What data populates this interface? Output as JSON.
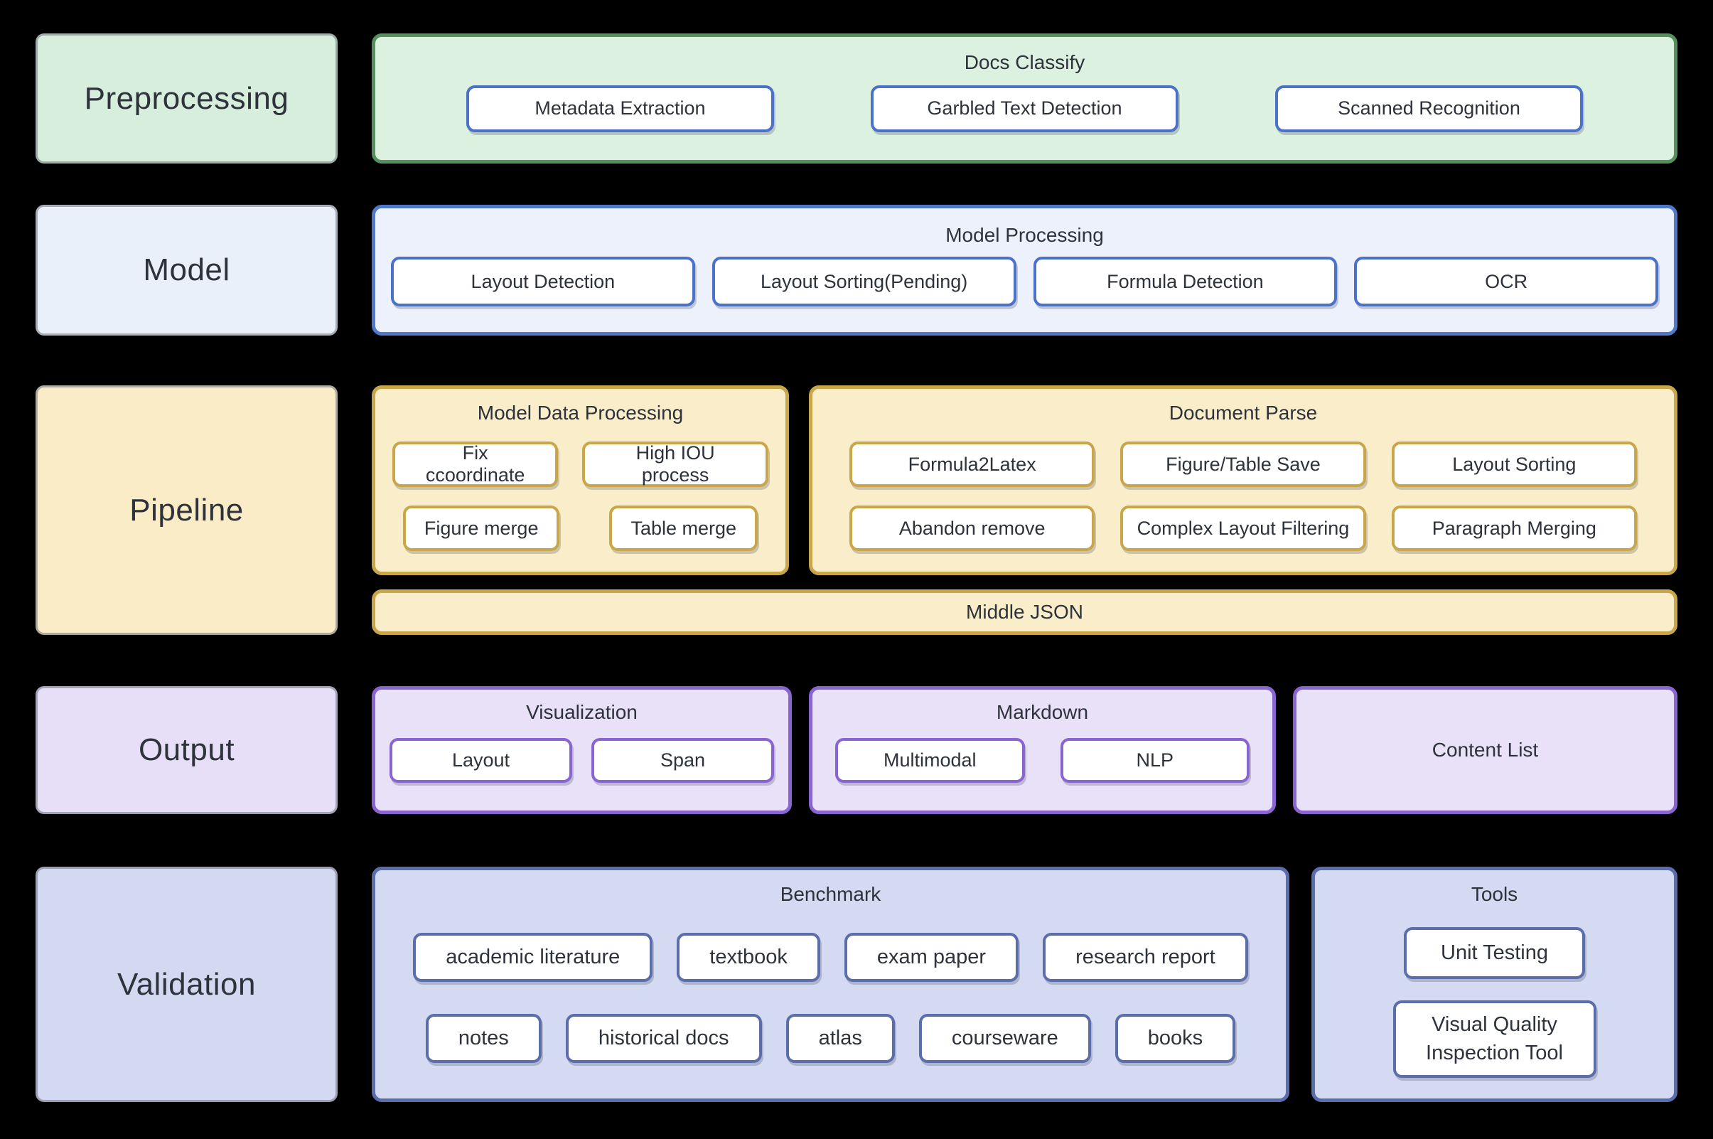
{
  "sections": {
    "preprocessing": {
      "label": "Preprocessing",
      "docs_classify": {
        "title": "Docs Classify",
        "items": [
          "Metadata Extraction",
          "Garbled Text Detection",
          "Scanned Recognition"
        ]
      }
    },
    "model": {
      "label": "Model",
      "model_processing": {
        "title": "Model Processing",
        "items": [
          "Layout Detection",
          "Layout Sorting(Pending)",
          "Formula Detection",
          "OCR"
        ]
      }
    },
    "pipeline": {
      "label": "Pipeline",
      "model_data_processing": {
        "title": "Model Data Processing",
        "row1": [
          "Fix ccoordinate",
          "High IOU process"
        ],
        "row2": [
          "Figure merge",
          "Table merge"
        ]
      },
      "document_parse": {
        "title": "Document Parse",
        "row1": [
          "Formula2Latex",
          "Figure/Table Save",
          "Layout Sorting"
        ],
        "row2": [
          "Abandon remove",
          "Complex Layout Filtering",
          "Paragraph Merging"
        ]
      },
      "middle_json": {
        "title": "Middle JSON"
      }
    },
    "output": {
      "label": "Output",
      "visualization": {
        "title": "Visualization",
        "items": [
          "Layout",
          "Span"
        ]
      },
      "markdown": {
        "title": "Markdown",
        "items": [
          "Multimodal",
          "NLP"
        ]
      },
      "content_list": {
        "title": "Content List"
      }
    },
    "validation": {
      "label": "Validation",
      "benchmark": {
        "title": "Benchmark",
        "row1": [
          "academic literature",
          "textbook",
          "exam paper",
          "research report"
        ],
        "row2": [
          "notes",
          "historical docs",
          "atlas",
          "courseware",
          "books"
        ]
      },
      "tools": {
        "title": "Tools",
        "items": [
          "Unit Testing",
          "Visual Quality Inspection Tool"
        ]
      }
    }
  },
  "colors": {
    "background": "#000000",
    "text": "#2e323b",
    "green_fill": "#dcf1e0",
    "green_border": "#55905e",
    "blue_fill": "#ecf1fb",
    "blue_border": "#4f78cb",
    "blue_chip_border": "#4a72c8",
    "yellow_fill": "#faeeca",
    "yellow_border": "#c9a64a",
    "purple_fill": "#e8e1f8",
    "purple_border": "#8a65d1",
    "periwinkle_fill": "#d3daf1",
    "periwinkle_border": "#5b6dab",
    "chip_fill": "#ffffff"
  }
}
